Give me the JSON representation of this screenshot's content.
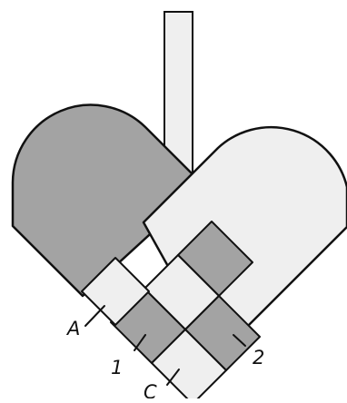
{
  "colors": {
    "dark_strip": "#a3a3a3",
    "light_strip": "#efefef",
    "outline": "#111111",
    "background": "#ffffff"
  },
  "labels": {
    "a": "A",
    "one": "1",
    "two": "2",
    "c": "C"
  }
}
